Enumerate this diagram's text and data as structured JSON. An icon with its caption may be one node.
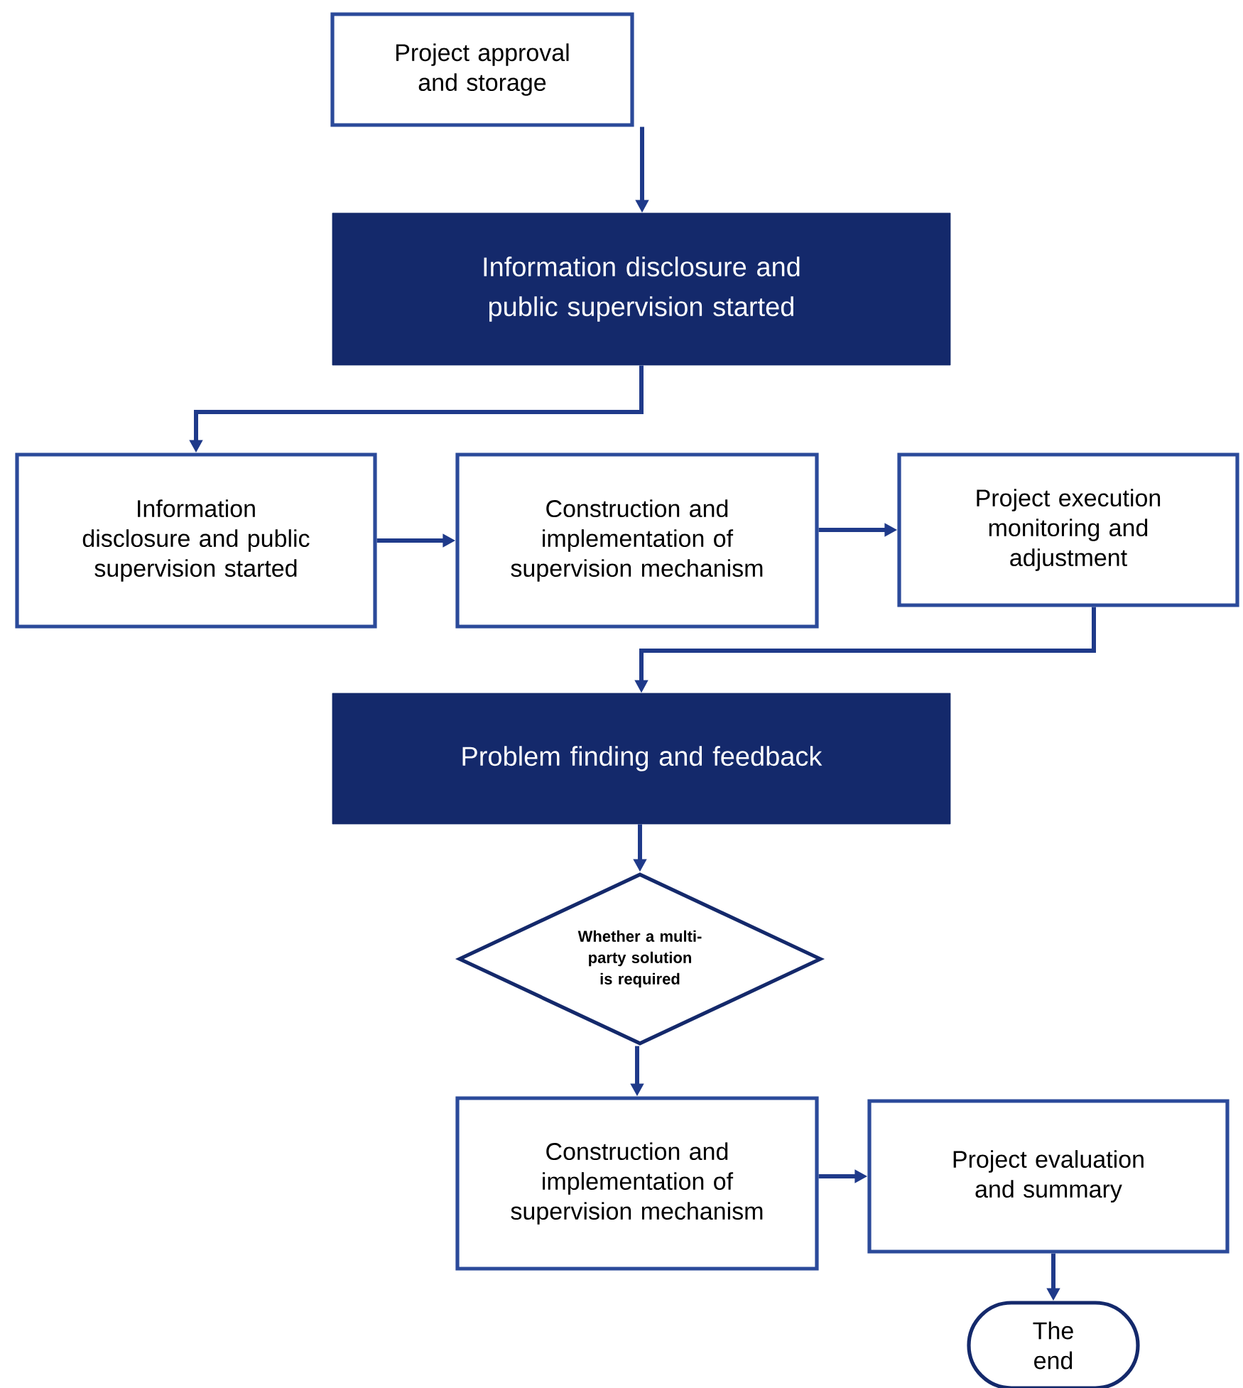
{
  "diagram": {
    "nodes": [
      {
        "text": [
          "Project approval and storage"
        ]
      },
      {
        "text": [
          "Information disclosure and public supervision started"
        ]
      },
      {
        "text": [
          "Information disclosure and public supervision started"
        ]
      },
      {
        "text": [
          "Construction and implementation of supervision mechanism"
        ]
      },
      {
        "text": [
          "Project execution monitoring and adjustment"
        ]
      },
      {
        "text": [
          "Problem finding and feedback"
        ]
      },
      {
        "text": [
          "Whether a multi-party solution is required"
        ]
      },
      {
        "text": [
          "Construction and implementation of supervision mechanism"
        ]
      },
      {
        "text": [
          "Project evaluation and summary"
        ]
      },
      {
        "text": [
          "The end"
        ]
      }
    ],
    "edges": [
      {
        "from": 0,
        "to": 1,
        "arrow": "to"
      },
      {
        "from": 1,
        "to": 2,
        "arrow": "to"
      },
      {
        "from": 2,
        "to": 3,
        "arrow": "to"
      },
      {
        "from": 3,
        "to": 4,
        "arrow": "to"
      },
      {
        "from": 4,
        "to": 5,
        "arrow": "to"
      },
      {
        "from": 5,
        "to": 6,
        "arrow": "to"
      },
      {
        "from": 6,
        "to": 7,
        "arrow": "to"
      },
      {
        "from": 7,
        "to": 8,
        "arrow": "to"
      },
      {
        "from": 8,
        "to": 9,
        "arrow": "to"
      }
    ]
  }
}
